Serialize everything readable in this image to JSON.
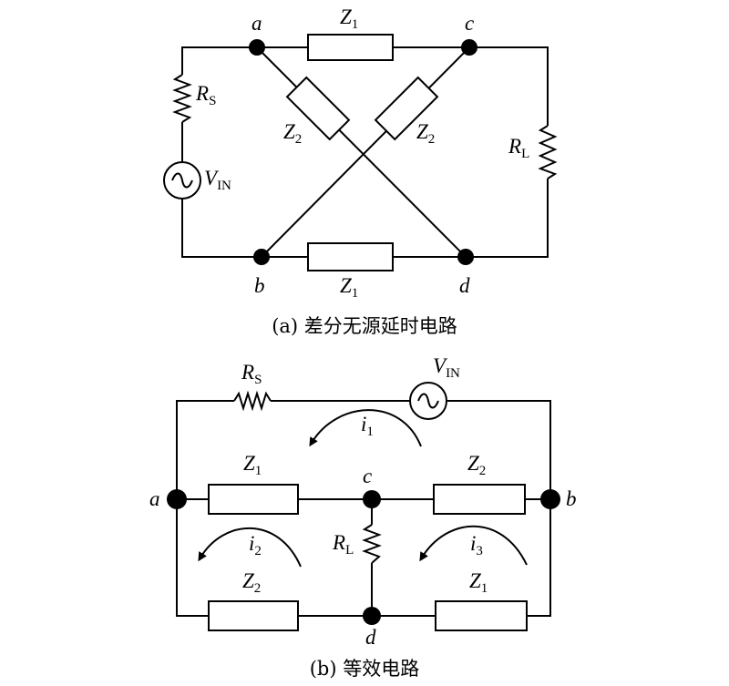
{
  "diagram_a": {
    "nodes": {
      "a": "a",
      "b": "b",
      "c": "c",
      "d": "d"
    },
    "z1_top": {
      "sym": "Z",
      "sub": "1"
    },
    "z1_bottom": {
      "sym": "Z",
      "sub": "1"
    },
    "z2_left": {
      "sym": "Z",
      "sub": "2"
    },
    "z2_right": {
      "sym": "Z",
      "sub": "2"
    },
    "rs": {
      "sym": "R",
      "sub": "S"
    },
    "rl": {
      "sym": "R",
      "sub": "L"
    },
    "vin": {
      "sym": "V",
      "sub": "IN"
    },
    "caption": "(a) 差分无源延时电路"
  },
  "diagram_b": {
    "nodes": {
      "a": "a",
      "b": "b",
      "c": "c",
      "d": "d"
    },
    "rs": {
      "sym": "R",
      "sub": "S"
    },
    "vin": {
      "sym": "V",
      "sub": "IN"
    },
    "z1_left": {
      "sym": "Z",
      "sub": "1"
    },
    "z2_right": {
      "sym": "Z",
      "sub": "2"
    },
    "z2_left": {
      "sym": "Z",
      "sub": "2"
    },
    "z1_right": {
      "sym": "Z",
      "sub": "1"
    },
    "rl": {
      "sym": "R",
      "sub": "L"
    },
    "i1": {
      "sym": "i",
      "sub": "1"
    },
    "i2": {
      "sym": "i",
      "sub": "2"
    },
    "i3": {
      "sym": "i",
      "sub": "3"
    },
    "caption": "(b) 等效电路"
  }
}
